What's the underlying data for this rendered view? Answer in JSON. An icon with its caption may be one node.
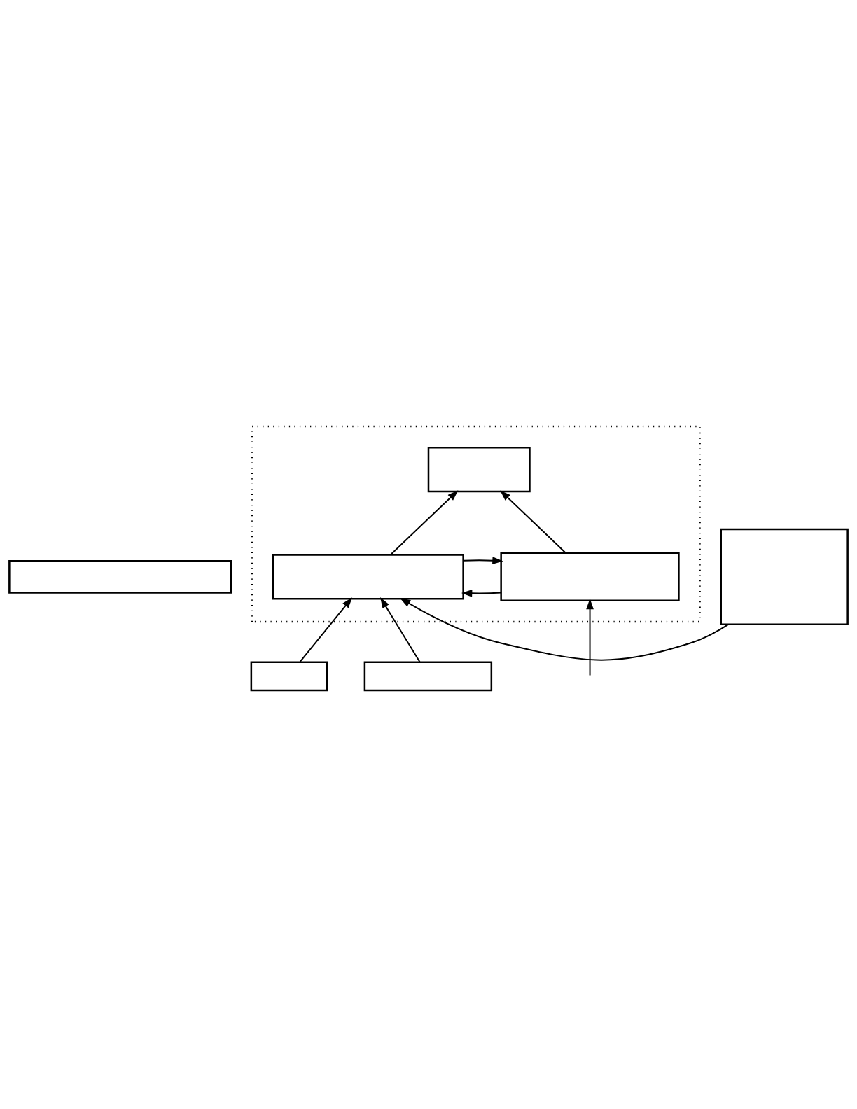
{
  "diagram": {
    "nodes": [
      {
        "text": [],
        "shape": "box"
      },
      {
        "text": [],
        "shape": "box"
      },
      {
        "text": [],
        "shape": "box",
        "in": 1
      },
      {
        "text": [],
        "shape": "box",
        "in": 1
      },
      {
        "text": [],
        "shape": "box",
        "in": 1
      },
      {
        "text": [],
        "shape": "box"
      },
      {
        "text": [],
        "shape": "box"
      },
      {
        "text": [],
        "shape": "box"
      }
    ],
    "edges": [
      {
        "from": 3,
        "to": 2,
        "arrow": "to"
      },
      {
        "from": 4,
        "to": 2,
        "arrow": "to"
      },
      {
        "from": 4,
        "to": 3,
        "arrow": "to"
      },
      {
        "from": 3,
        "to": 4,
        "arrow": "to"
      },
      {
        "from": 5,
        "to": 4,
        "arrow": "to"
      },
      {
        "from": 7,
        "to": 4,
        "arrow": "to"
      },
      {
        "from": 6,
        "to": 4,
        "arrow": "to"
      },
      {
        "from": null,
        "to": 3,
        "arrow": "to"
      }
    ]
  }
}
